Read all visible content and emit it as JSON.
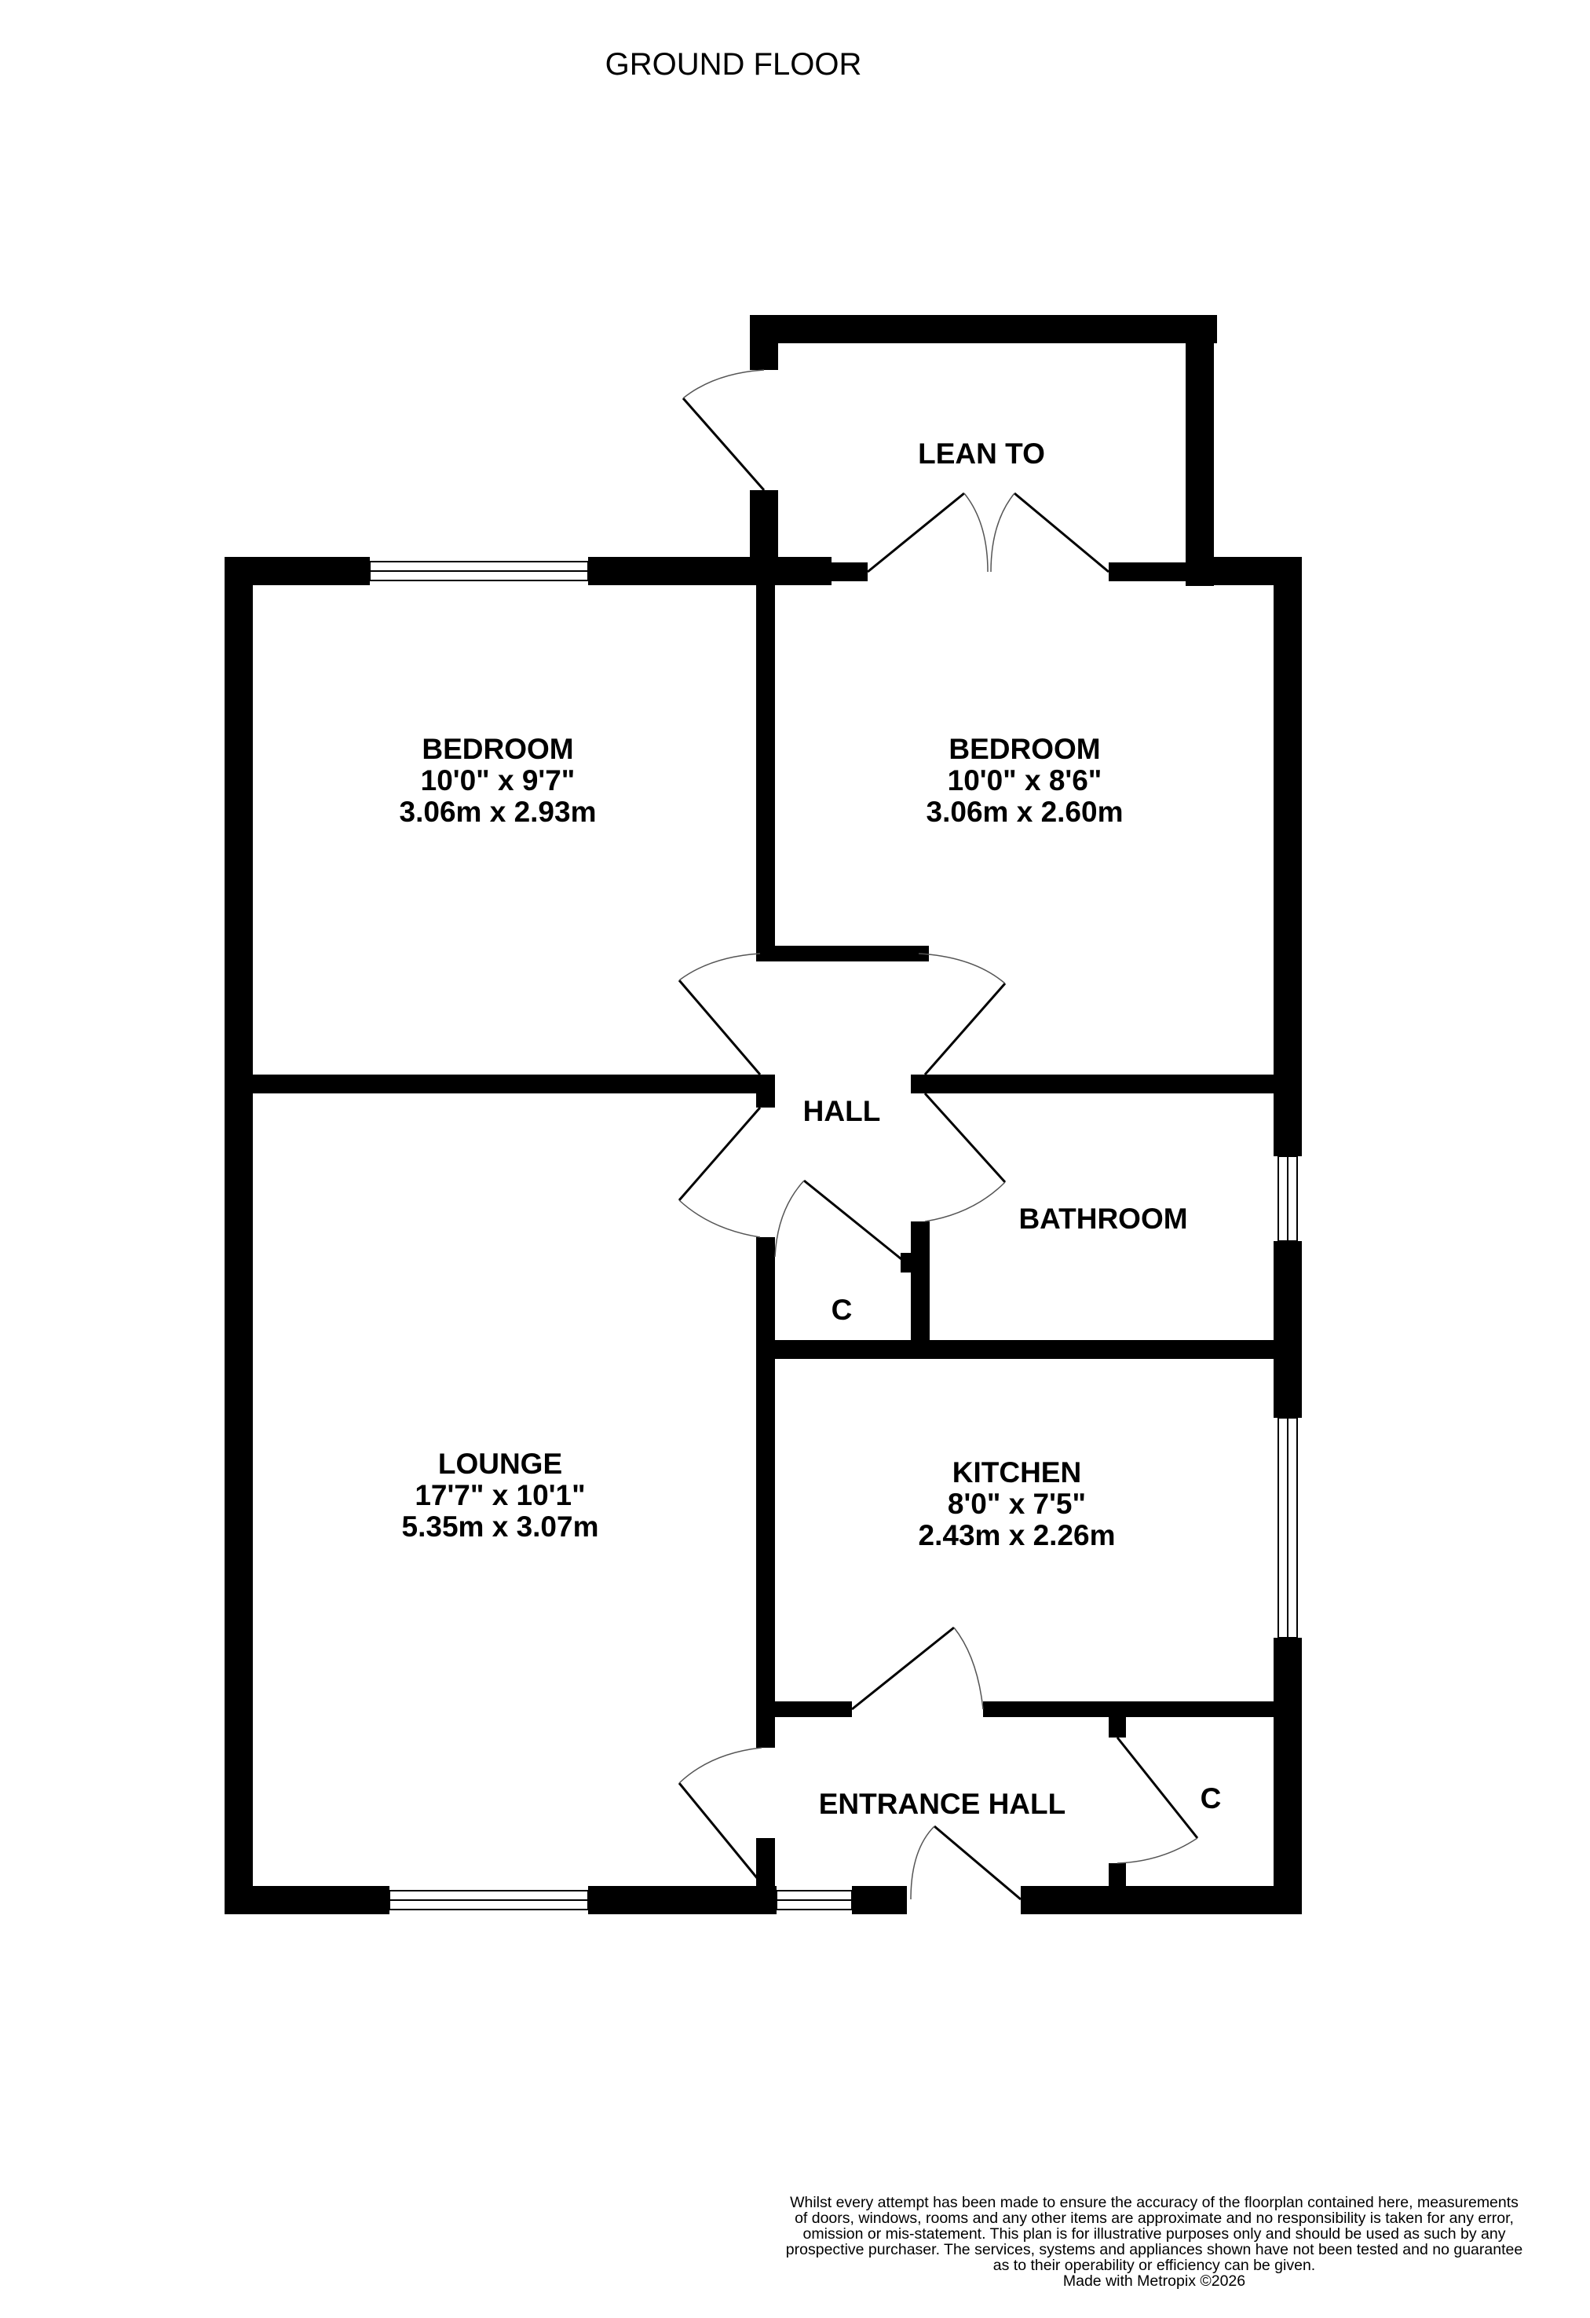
{
  "title": "GROUND FLOOR",
  "rooms": {
    "bedroom1": {
      "name": "BEDROOM",
      "imperial": "10'0\"  x 9'7\"",
      "metric": "3.06m  x 2.93m"
    },
    "bedroom2": {
      "name": "BEDROOM",
      "imperial": "10'0\"  x 8'6\"",
      "metric": "3.06m  x 2.60m"
    },
    "lean_to": {
      "name": "LEAN TO"
    },
    "hall": {
      "name": "HALL"
    },
    "bathroom": {
      "name": "BATHROOM"
    },
    "cupboard1": {
      "name": "C"
    },
    "lounge": {
      "name": "LOUNGE",
      "imperial": "17'7\"  x 10'1\"",
      "metric": "5.35m  x 3.07m"
    },
    "kitchen": {
      "name": "KITCHEN",
      "imperial": "8'0\"  x 7'5\"",
      "metric": "2.43m  x 2.26m"
    },
    "entrance_hall": {
      "name": "ENTRANCE HALL"
    },
    "cupboard2": {
      "name": "C"
    }
  },
  "disclaimer": {
    "lines": [
      "Whilst every attempt has been made to ensure the accuracy of the floorplan contained here, measurements",
      "of doors, windows, rooms and any other items are approximate and no responsibility is taken for any error,",
      "omission or mis-statement. This plan is for illustrative purposes only and should be used as such by any",
      "prospective purchaser. The services, systems and appliances shown have not been tested and no guarantee",
      "as to their operability or efficiency can be given."
    ],
    "credit": "Made with Metropix ©2026"
  }
}
